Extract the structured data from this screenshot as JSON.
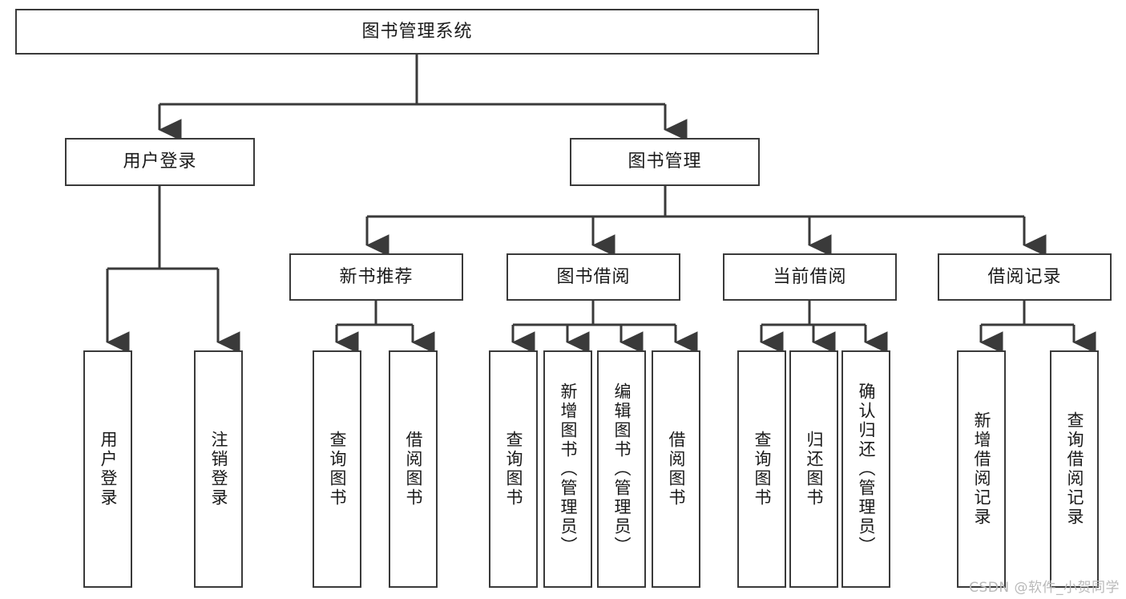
{
  "diagram": {
    "title": "图书管理系统",
    "type": "tree",
    "watermark": "CSDN @软件_小贺同学",
    "levels": {
      "root": {
        "label": "图书管理系统"
      },
      "level2": [
        {
          "id": "user-login",
          "label": "用户登录"
        },
        {
          "id": "book-management",
          "label": "图书管理"
        }
      ],
      "level3": [
        {
          "id": "new-book-recommend",
          "label": "新书推荐",
          "parent": "book-management"
        },
        {
          "id": "book-borrow",
          "label": "图书借阅",
          "parent": "book-management"
        },
        {
          "id": "current-borrow",
          "label": "当前借阅",
          "parent": "book-management"
        },
        {
          "id": "borrow-record",
          "label": "借阅记录",
          "parent": "book-management"
        }
      ],
      "leaves": [
        {
          "id": "leaf-user-login",
          "label": "用户登录",
          "parent": "user-login"
        },
        {
          "id": "leaf-logout",
          "label": "注销登录",
          "parent": "user-login"
        },
        {
          "id": "leaf-query-book-1",
          "label": "查询图书",
          "parent": "new-book-recommend"
        },
        {
          "id": "leaf-borrow-book-1",
          "label": "借阅图书",
          "parent": "new-book-recommend"
        },
        {
          "id": "leaf-query-book-2",
          "label": "查询图书",
          "parent": "book-borrow"
        },
        {
          "id": "leaf-add-book",
          "label": "新增图书（管理员）",
          "parent": "book-borrow"
        },
        {
          "id": "leaf-edit-book",
          "label": "编辑图书（管理员）",
          "parent": "book-borrow"
        },
        {
          "id": "leaf-borrow-book-2",
          "label": "借阅图书",
          "parent": "book-borrow"
        },
        {
          "id": "leaf-query-book-3",
          "label": "查询图书",
          "parent": "current-borrow"
        },
        {
          "id": "leaf-return-book",
          "label": "归还图书",
          "parent": "current-borrow"
        },
        {
          "id": "leaf-confirm-return",
          "label": "确认归还（管理员）",
          "parent": "current-borrow"
        },
        {
          "id": "leaf-add-record",
          "label": "新增借阅记录",
          "parent": "borrow-record"
        },
        {
          "id": "leaf-query-record",
          "label": "查询借阅记录",
          "parent": "borrow-record"
        }
      ]
    },
    "colors": {
      "stroke": "#3a3a3a",
      "fill": "#ffffff",
      "text": "#1a1a1a",
      "watermark": "#b9b9b9"
    }
  }
}
